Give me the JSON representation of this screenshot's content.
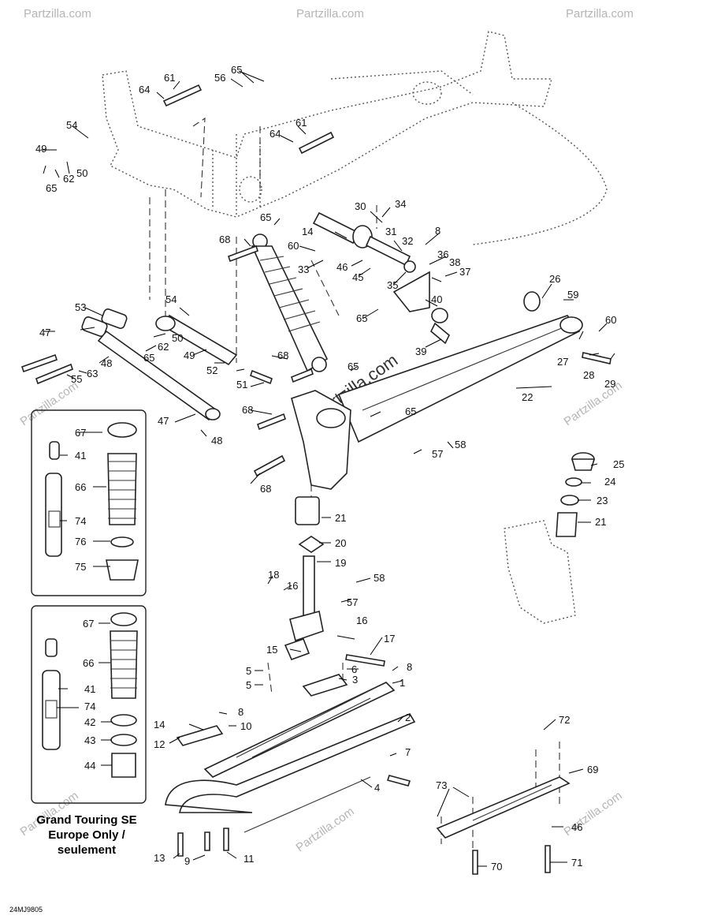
{
  "diagram": {
    "callouts": [
      "1",
      "2",
      "3",
      "4",
      "5",
      "6",
      "7",
      "8",
      "9",
      "10",
      "11",
      "12",
      "13",
      "14",
      "15",
      "16",
      "17",
      "18",
      "19",
      "20",
      "21",
      "22",
      "23",
      "24",
      "25",
      "26",
      "27",
      "28",
      "29",
      "30",
      "31",
      "32",
      "33",
      "34",
      "35",
      "36",
      "37",
      "38",
      "39",
      "40",
      "41",
      "42",
      "43",
      "44",
      "45",
      "46",
      "47",
      "48",
      "49",
      "50",
      "51",
      "52",
      "53",
      "54",
      "55",
      "56",
      "57",
      "58",
      "59",
      "60",
      "61",
      "62",
      "63",
      "64",
      "65",
      "66",
      "67",
      "68",
      "69",
      "70",
      "71",
      "72",
      "73",
      "74",
      "75",
      "76"
    ],
    "caption_lines": [
      "Grand Touring SE",
      "Europe Only /",
      "seulement"
    ],
    "drawing_code": "24MJ9805",
    "watermark": "© Partzilla.com",
    "watermark_small": "Partzilla.com"
  }
}
